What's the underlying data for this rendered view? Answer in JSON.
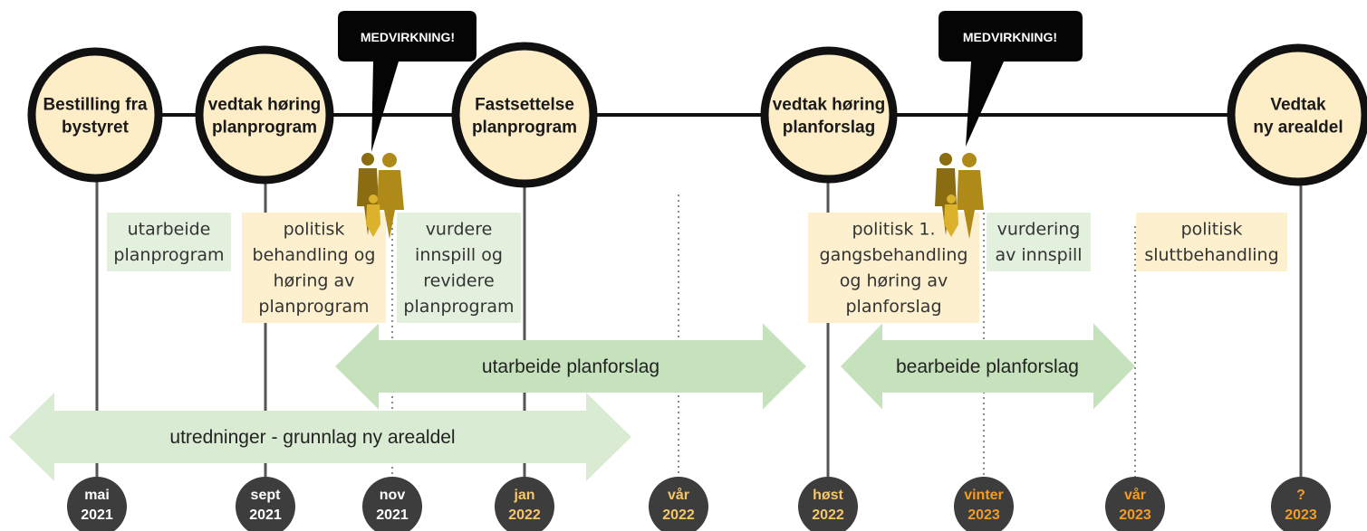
{
  "colors": {
    "milestone_fill": "#fdeec8",
    "milestone_stroke": "#111111",
    "green_box": "#e4f0de",
    "yellow_box": "#fdf0cf",
    "arrow_light": "#d9ecd3",
    "arrow_mid": "#c6e2bc",
    "date_circle": "#3d3d3d",
    "date_white": "#ffffff",
    "date_yellow": "#f5c76a",
    "date_orange": "#f39c23",
    "bubble": "#050505",
    "figure_dark": "#8a6d10",
    "figure_mid": "#b08a18",
    "figure_light": "#dcb12b"
  },
  "milestones": [
    {
      "lines": [
        "Bestilling fra",
        "bystyret"
      ]
    },
    {
      "lines": [
        "vedtak høring",
        "planprogram"
      ]
    },
    {
      "lines": [
        "Fastsettelse",
        "planprogram"
      ]
    },
    {
      "lines": [
        "vedtak høring",
        "planforslag"
      ]
    },
    {
      "lines": [
        "Vedtak",
        "ny arealdel"
      ]
    }
  ],
  "callouts": [
    {
      "text": "MEDVIRKNING!"
    },
    {
      "text": "MEDVIRKNING!"
    }
  ],
  "activity_boxes": [
    {
      "color": "green",
      "lines": [
        "utarbeide",
        "planprogram"
      ]
    },
    {
      "color": "yellow",
      "lines": [
        "politisk",
        "behandling og",
        "høring av",
        "planprogram"
      ]
    },
    {
      "color": "green",
      "lines": [
        "vurdere",
        "innspill og",
        "revidere",
        "planprogram"
      ]
    },
    {
      "color": "yellow",
      "lines": [
        "politisk 1.",
        "gangsbehandling",
        "og høring av",
        "planforslag"
      ]
    },
    {
      "color": "green",
      "lines": [
        "vurdering",
        "av innspill"
      ]
    },
    {
      "color": "yellow",
      "lines": [
        "politisk",
        "sluttbehandling"
      ]
    }
  ],
  "phase_arrows": [
    {
      "label": "utarbeide planforslag"
    },
    {
      "label": "bearbeide planforslag"
    },
    {
      "label": "utredninger - grunnlag ny arealdel"
    }
  ],
  "dates": [
    {
      "line1": "mai",
      "line2": "2021",
      "color": "white"
    },
    {
      "line1": "sept",
      "line2": "2021",
      "color": "white"
    },
    {
      "line1": "nov",
      "line2": "2021",
      "color": "white"
    },
    {
      "line1": "jan",
      "line2": "2022",
      "color": "yellow"
    },
    {
      "line1": "vår",
      "line2": "2022",
      "color": "yellow"
    },
    {
      "line1": "høst",
      "line2": "2022",
      "color": "yellow"
    },
    {
      "line1": "vinter",
      "line2": "2023",
      "color": "orange"
    },
    {
      "line1": "vår",
      "line2": "2023",
      "color": "orange"
    },
    {
      "line1": "?",
      "line2": "2023",
      "color": "orange"
    }
  ],
  "participation_icons": [
    {
      "icon": "people-group-icon"
    },
    {
      "icon": "people-group-icon"
    }
  ]
}
